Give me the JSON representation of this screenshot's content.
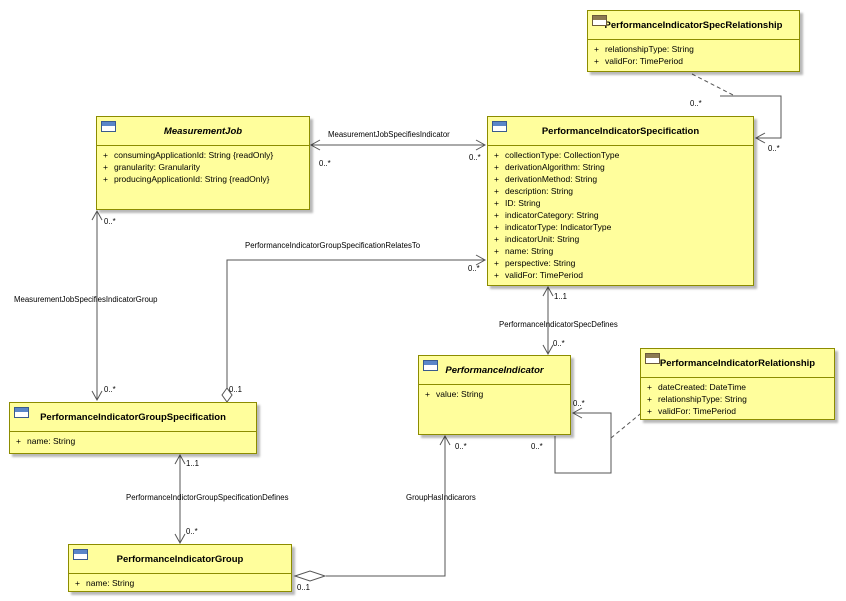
{
  "classes": {
    "measurement_job": {
      "name": "MeasurementJob",
      "attributes": [
        {
          "vis": "+",
          "text": "consumingApplicationId: String {readOnly}"
        },
        {
          "vis": "+",
          "text": "granularity: Granularity"
        },
        {
          "vis": "+",
          "text": "producingApplicationId: String {readOnly}"
        }
      ]
    },
    "pi_spec": {
      "name": "PerformanceIndicatorSpecification",
      "attributes": [
        {
          "vis": "+",
          "text": "collectionType: CollectionType"
        },
        {
          "vis": "+",
          "text": "derivationAlgorithm: String"
        },
        {
          "vis": "+",
          "text": "derivationMethod: String"
        },
        {
          "vis": "+",
          "text": "description: String"
        },
        {
          "vis": "+",
          "text": "ID: String"
        },
        {
          "vis": "+",
          "text": "indicatorCategory: String"
        },
        {
          "vis": "+",
          "text": "indicatorType: IndicatorType"
        },
        {
          "vis": "+",
          "text": "indicatorUnit: String"
        },
        {
          "vis": "+",
          "text": "name: String"
        },
        {
          "vis": "+",
          "text": "perspective: String"
        },
        {
          "vis": "+",
          "text": "validFor: TimePeriod"
        }
      ]
    },
    "pi_spec_relationship": {
      "name": "PerformanceIndicatorSpecRelationship",
      "attributes": [
        {
          "vis": "+",
          "text": "relationshipType: String"
        },
        {
          "vis": "+",
          "text": "validFor: TimePeriod"
        }
      ]
    },
    "performance_indicator": {
      "name": "PerformanceIndicator",
      "attributes": [
        {
          "vis": "+",
          "text": "value: String"
        }
      ]
    },
    "pi_relationship": {
      "name": "PerformanceIndicatorRelationship",
      "attributes": [
        {
          "vis": "+",
          "text": "dateCreated: DateTime"
        },
        {
          "vis": "+",
          "text": "relationshipType: String"
        },
        {
          "vis": "+",
          "text": "validFor: TimePeriod"
        }
      ]
    },
    "pi_group_spec": {
      "name": "PerformanceIndicatorGroupSpecification",
      "attributes": [
        {
          "vis": "+",
          "text": "name: String"
        }
      ]
    },
    "pi_group": {
      "name": "PerformanceIndicatorGroup",
      "attributes": [
        {
          "vis": "+",
          "text": "name: String"
        }
      ]
    }
  },
  "associations": {
    "mj_specifies_indicator": "MeasurementJobSpecifiesIndicator",
    "mj_specifies_group": "MeasurementJobSpecifiesIndicatorGroup",
    "group_spec_relates_to": "PerformanceIndicatorGroupSpecificationRelatesTo",
    "spec_defines": "PerformanceIndicatorSpecDefines",
    "group_spec_defines": "PerformanceIndictorGroupSpecificationDefines",
    "group_has_indicators": "GroupHasIndicarors"
  },
  "multiplicities": {
    "mj_left": "0..*",
    "spec_left_top": "0..*",
    "mj_bottom": "0..*",
    "gs_top": "0..*",
    "gs_diamond": "0..1",
    "spec_left_mid": "0..*",
    "spec_self_top": "0..*",
    "spec_self_right": "0..*",
    "spec_bottom": "1..1",
    "pi_top": "0..*",
    "pi_self_top": "0..*",
    "pi_self_left": "0..*",
    "gs_bottom": "1..1",
    "group_top": "0..*",
    "pi_bottom": "0..*",
    "group_diamond": "0..1"
  }
}
